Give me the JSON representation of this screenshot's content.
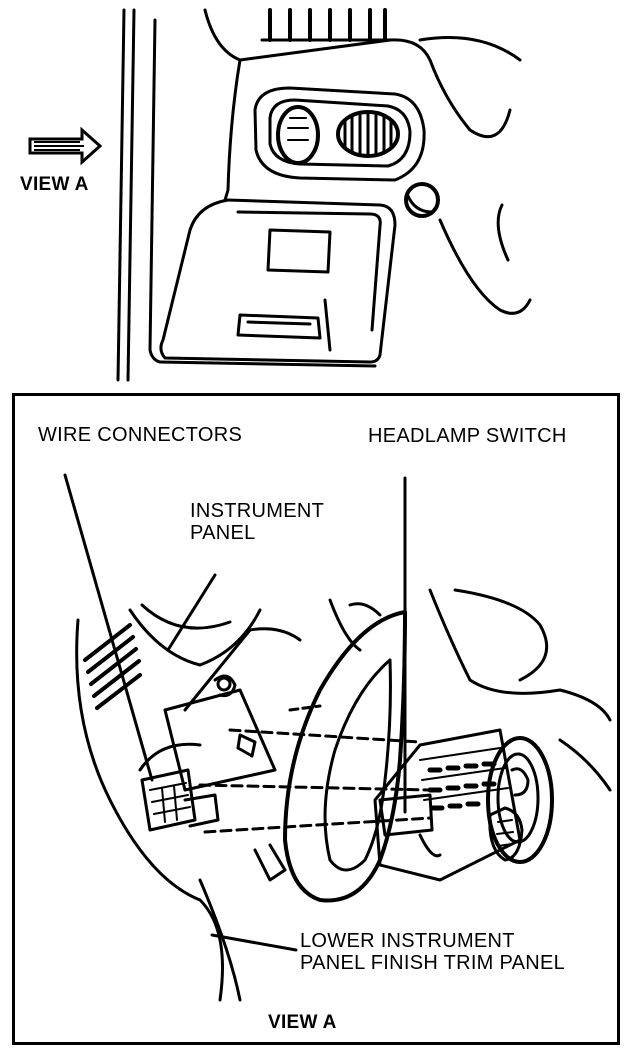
{
  "top_view": {
    "arrow_label": "VIEW A"
  },
  "detail_view": {
    "labels": {
      "wire_connectors": "WIRE CONNECTORS",
      "headlamp_switch": "HEADLAMP SWITCH",
      "instrument_panel": "INSTRUMENT\nPANEL",
      "lower_trim": "LOWER INSTRUMENT\nPANEL FINISH TRIM PANEL"
    },
    "caption": "VIEW A"
  }
}
